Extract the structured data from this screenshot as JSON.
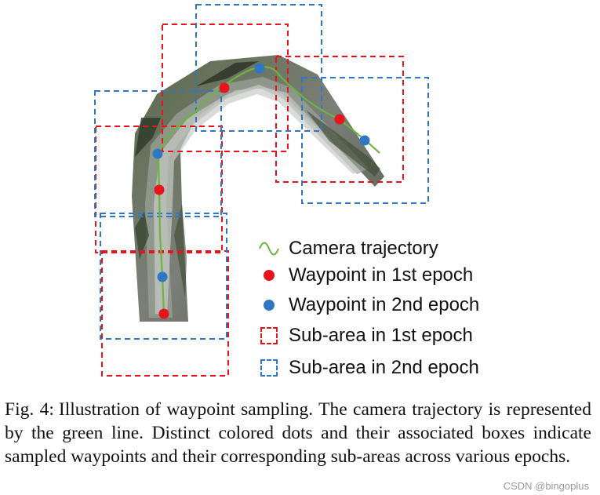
{
  "legend": {
    "trajectory": "Camera trajectory",
    "wp1": "Waypoint in 1st epoch",
    "wp2": "Waypoint in 2nd epoch",
    "sub1": "Sub-area in 1st epoch",
    "sub2": "Sub-area in 2nd epoch"
  },
  "caption": {
    "figno": "Fig. 4:",
    "text": "Illustration of waypoint sampling. The camera trajectory is represented by the green line. Distinct colored dots and their associated boxes indicate sampled waypoints and their corresponding sub-areas across various epochs."
  },
  "watermark": "CSDN @bingoplus",
  "colors": {
    "trajectory": "#6db33f",
    "epoch1": "#e8141b",
    "epoch2": "#2f77c2"
  }
}
